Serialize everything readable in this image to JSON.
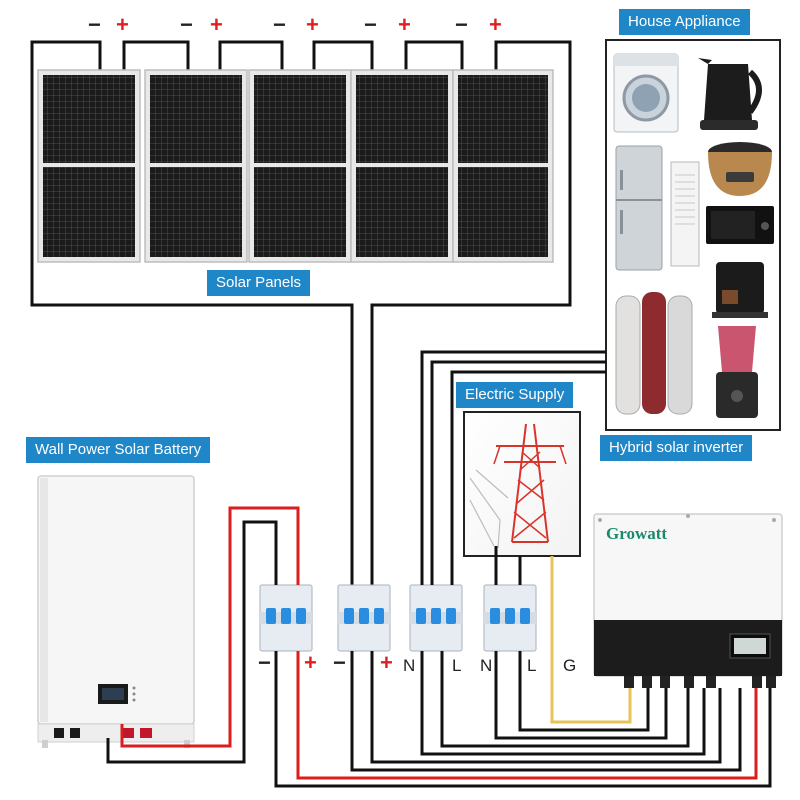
{
  "labels": {
    "solar_panels": "Solar Panels",
    "house_appliance": "House Appliance",
    "electric_supply": "Electric Supply",
    "hybrid_inverter": "Hybrid solar inverter",
    "battery": "Wall Power Solar Battery"
  },
  "panel_terminals": [
    {
      "neg": "−",
      "pos": "+"
    },
    {
      "neg": "−",
      "pos": "+"
    },
    {
      "neg": "−",
      "pos": "+"
    },
    {
      "neg": "−",
      "pos": "+"
    },
    {
      "neg": "−",
      "pos": "+"
    }
  ],
  "breaker_terminals": {
    "battery_neg": "−",
    "battery_pos": "+",
    "pv_neg": "−",
    "pv_pos": "+",
    "grid_n": "N",
    "grid_l": "L",
    "load_n": "N",
    "load_l": "L",
    "ground": "G"
  },
  "inverter": {
    "brand": "Growatt"
  },
  "colors": {
    "label_bg": "#1f86c8",
    "wire_black": "#111111",
    "wire_red": "#d81e1e",
    "wire_yellow": "#e8c25a",
    "tower_red": "#d8342c"
  }
}
